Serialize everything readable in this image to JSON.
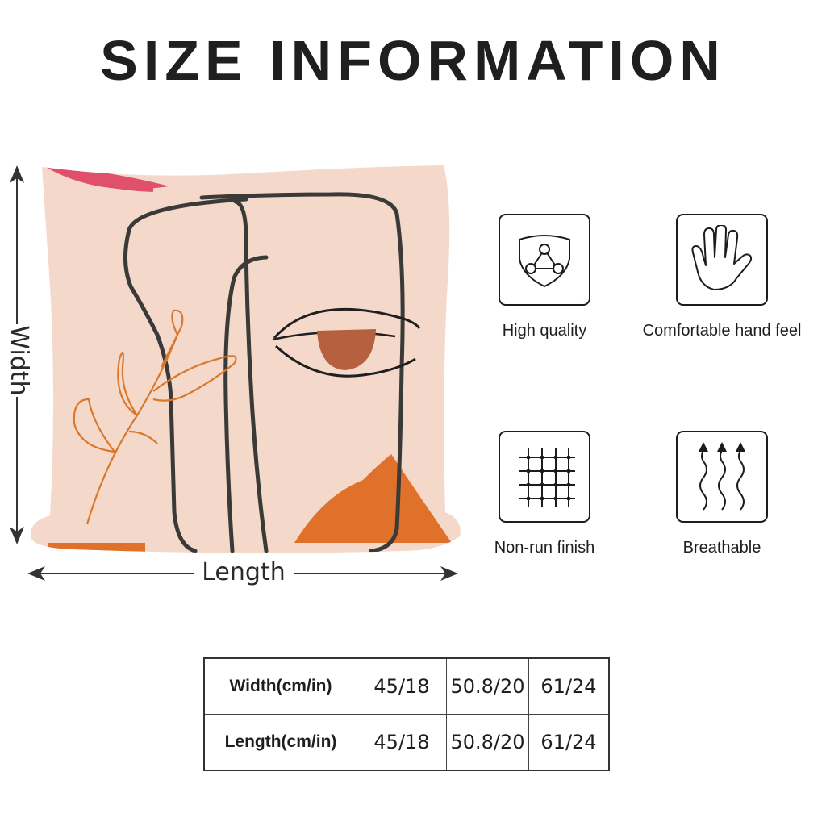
{
  "title": "SIZE INFORMATION",
  "dimensions": {
    "vertical_label": "Width",
    "horizontal_label": "Length"
  },
  "product": {
    "name": "abstract-face-pillow",
    "colors": {
      "background": "#f4d9cb",
      "line": "#3a3a38",
      "pink": "#e0506a",
      "orange": "#e0712a",
      "iris": "#b5603f",
      "leaf": "#d9782d"
    }
  },
  "features": [
    {
      "icon": "shield-icon",
      "label": "High quality"
    },
    {
      "icon": "hand-icon",
      "label": "Comfortable hand feel"
    },
    {
      "icon": "grid-icon",
      "label": "Non-run finish"
    },
    {
      "icon": "airflow-icon",
      "label": "Breathable"
    }
  ],
  "size_table": {
    "rows": [
      {
        "header": "Width(cm/in)",
        "values": [
          "45/18",
          "50.8/20",
          "61/24"
        ]
      },
      {
        "header": "Length(cm/in)",
        "values": [
          "45/18",
          "50.8/20",
          "61/24"
        ]
      }
    ]
  }
}
